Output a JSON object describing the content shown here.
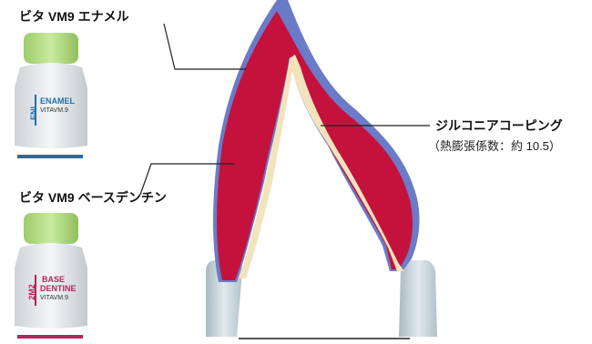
{
  "labels": {
    "enamel_title": "ビタ VM9 エナメル",
    "base_dentine_title": "ビタ VM9 ベースデンチン",
    "zirconia_title": "ジルコニアコーピング",
    "zirconia_note": "（熱膨張係数：約 10.5）"
  },
  "jars": {
    "enamel": {
      "code": "ENL",
      "name": "ENAMEL",
      "brand": "VITAVM.9",
      "underline_color": "#1f6fae"
    },
    "base_dentine": {
      "code": "2M2",
      "name_line1": "BASE",
      "name_line2": "DENTINE",
      "brand": "VITAVM.9",
      "underline_color": "#b8245a"
    }
  },
  "colors": {
    "enamel_layer": "#6a7bc8",
    "dentine_layer": "#c4123c",
    "coping_layer": "#f3e3bd",
    "abutment": "#c9d5dc"
  }
}
